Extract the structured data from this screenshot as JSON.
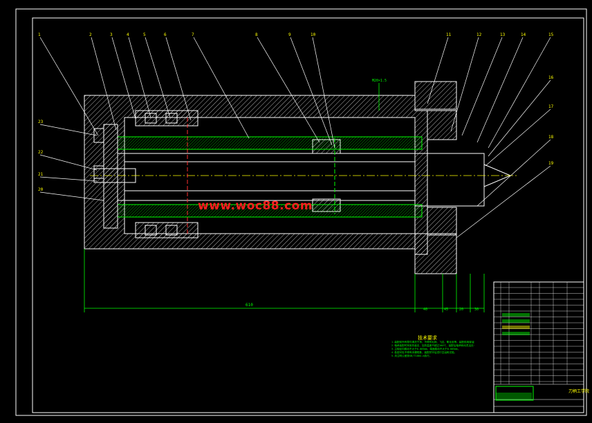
{
  "drawing": {
    "part_numbers": [
      "1",
      "2",
      "3",
      "4",
      "5",
      "6",
      "7",
      "8",
      "9",
      "10",
      "11",
      "12",
      "13",
      "14",
      "15",
      "16",
      "17",
      "18",
      "19",
      "20",
      "21",
      "22",
      "23"
    ],
    "overall_dimension": "610",
    "right_dimensions": [
      "40",
      "45",
      "20",
      "30"
    ],
    "tolerance_note": "M20×1.5",
    "watermark": "www.woc88.com",
    "tech_requirements_title": "技术要求",
    "tech_requirements": [
      "1.装配前所有零件清洗干净，不得有毛刺、飞边、氧化皮等，装配前用煤油清洗轴承。",
      "2.轴承装配时采用热装法，加热温度不超过100℃，装配后轴承转动灵活无卡滞现象。",
      "3.主轴径向跳动不大于0.005mm，端面跳动不大于0.005mm。",
      "4.各密封处不得有渗漏现象，装配完毕后进行空运转试验。",
      "5.未注明公差按GB/T1804-m执行。"
    ],
    "title_block_name": "刀柄工学院"
  },
  "colors": {
    "background": "#000000",
    "outline": "#ffffff",
    "hatch": "#ffffff",
    "dimension": "#00ff00",
    "leader": "#ffffff",
    "section": "#ffff00",
    "watermark": "#ff1f1f"
  }
}
